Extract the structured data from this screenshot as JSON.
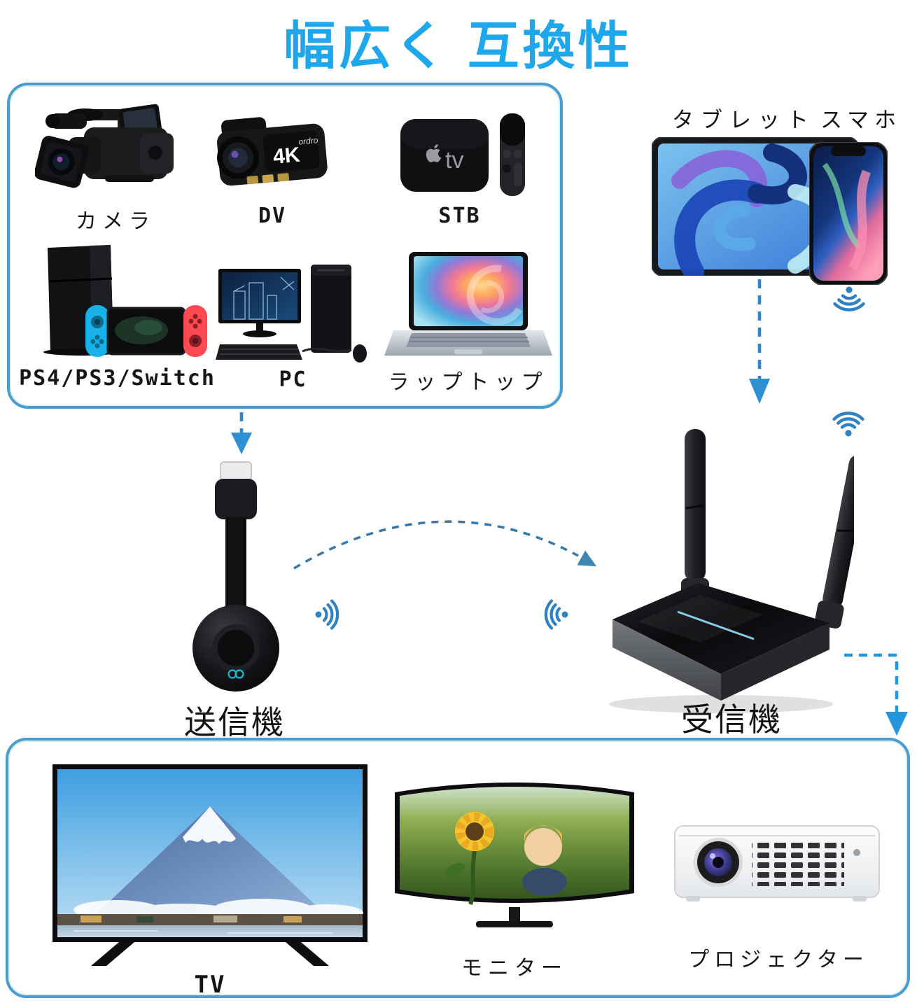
{
  "title": "幅広く 互換性",
  "colors": {
    "accent_blue": "#1ea7ec",
    "box_border": "#4c9dcd",
    "arrow_blue": "#2e8fd2",
    "wifi_blue": "#2e81c2",
    "switch_neon_blue": "#18b2e8",
    "switch_neon_red": "#ff4a54",
    "receiver_led": "#8fd6f2"
  },
  "sources": {
    "camera": {
      "label": "カメラ"
    },
    "dv": {
      "label": "DV",
      "badge": "4K",
      "brand": "ordro"
    },
    "stb": {
      "label": "STB",
      "logo_text": "tv"
    },
    "console": {
      "label": "PS4/PS3/Switch"
    },
    "pc": {
      "label": "PC"
    },
    "laptop": {
      "label": "ラップトップ"
    }
  },
  "mobile": {
    "tablet_label": "タブレット",
    "phone_label": "スマホ"
  },
  "middle": {
    "transmitter_label": "送信機",
    "receiver_label": "受信機"
  },
  "displays": {
    "tv": {
      "label": "TV"
    },
    "monitor": {
      "label": "モニター"
    },
    "projector": {
      "label": "プロジェクター"
    }
  }
}
